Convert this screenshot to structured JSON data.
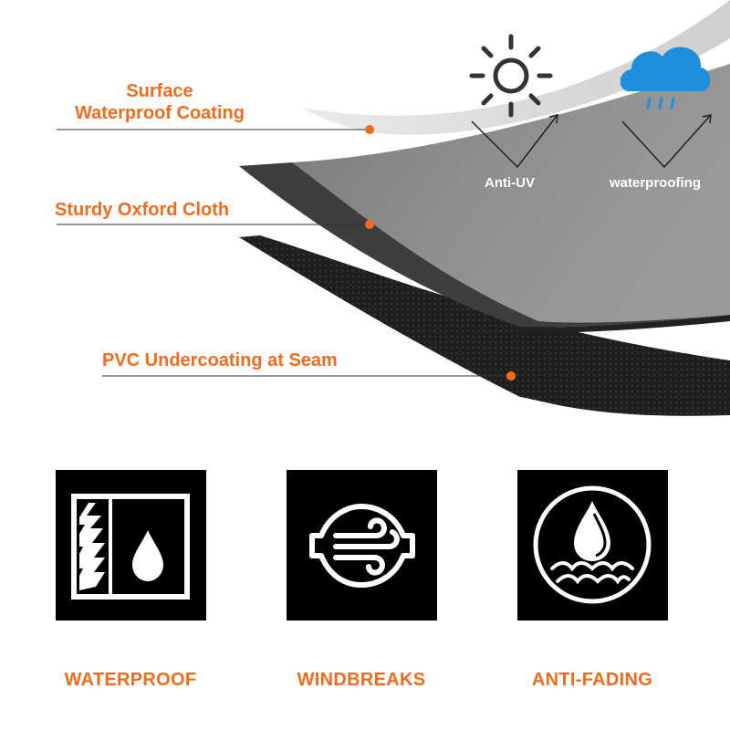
{
  "layers": {
    "surface": "Surface\nWaterproof Coating",
    "oxford": "Sturdy Oxford Cloth",
    "pvc": "PVC Undercoating at Seam"
  },
  "features": {
    "anti_uv": "Anti-UV",
    "waterproofing": "waterproofing",
    "sun_icon": "sun-icon",
    "cloud_icon": "rain-cloud-icon"
  },
  "badges": [
    {
      "label": "WATERPROOF",
      "icon": "fabric-water-drop-icon"
    },
    {
      "label": "WINDBREAKS",
      "icon": "wind-icon"
    },
    {
      "label": "ANTI-FADING",
      "icon": "drop-waves-icon"
    }
  ],
  "colors": {
    "accent": "#f26b1d",
    "cloud": "#1d8fdc",
    "dark": "#000000"
  }
}
